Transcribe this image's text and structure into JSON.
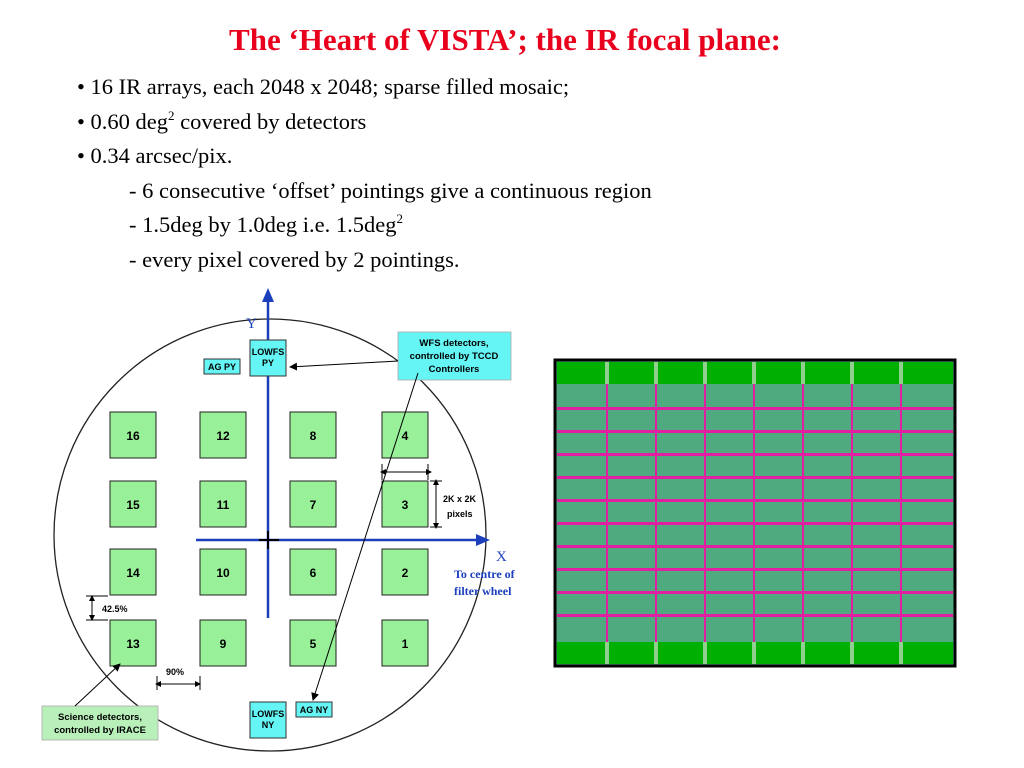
{
  "title": "The ‘Heart of VISTA’; the IR focal plane:",
  "bullets": {
    "b1": "• 16 IR arrays, each 2048 x 2048; sparse filled mosaic;",
    "b2_pre": "• 0.60 deg",
    "b2_sup": "2",
    "b2_post": " covered by detectors",
    "b3": "• 0.34 arcsec/pix.",
    "s1": "- 6 consecutive ‘offset’ pointings give a continuous region",
    "s2_pre": "- 1.5deg by 1.0deg  i.e. 1.5deg",
    "s2_sup": "2",
    "s3": "- every pixel covered by 2 pointings."
  },
  "diagram": {
    "y_axis_label": "Y",
    "x_axis_label": "X",
    "x_axis_note_1": "To centre of",
    "x_axis_note_2": "filter wheel",
    "detectors": [
      [
        "16",
        "12",
        "8",
        "4"
      ],
      [
        "15",
        "11",
        "7",
        "3"
      ],
      [
        "14",
        "10",
        "6",
        "2"
      ],
      [
        "13",
        "9",
        "5",
        "1"
      ]
    ],
    "ag_py": "AG PY",
    "lowfs_py_1": "LOWFS",
    "lowfs_py_2": "PY",
    "lowfs_ny_1": "LOWFS",
    "lowfs_ny_2": "NY",
    "ag_ny": "AG NY",
    "pixel_size_1": "2K x 2K",
    "pixel_size_2": "pixels",
    "gap_vertical": "42.5%",
    "gap_horizontal": "90%",
    "wfs_note_1": "WFS detectors,",
    "wfs_note_2": "controlled by TCCD",
    "wfs_note_3": "Controllers",
    "science_note_1": "Science detectors,",
    "science_note_2": "controlled by IRACE"
  },
  "colors": {
    "title": "#e8001c",
    "detector_fill": "#98f098",
    "cyan_box": "#66f5f5",
    "callout_fill": "#b9f0b9",
    "axis_blue": "#1c3fbd",
    "mosaic_dark_green": "#00b000",
    "mosaic_mid_green": "#4faa80",
    "mosaic_line_magenta": "#e020a0"
  }
}
